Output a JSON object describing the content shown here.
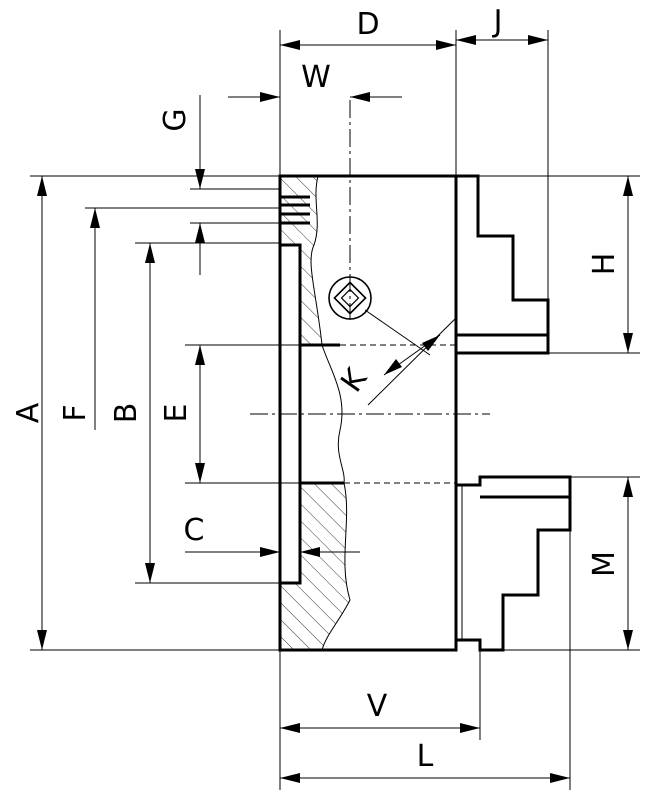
{
  "labels": {
    "D": "D",
    "J": "J",
    "W": "W",
    "G": "G",
    "A": "A",
    "F": "F",
    "B": "B",
    "E": "E",
    "C": "C",
    "H": "H",
    "M": "M",
    "K": "K",
    "V": "V",
    "L": "L"
  },
  "colors": {
    "line": "#000000",
    "background": "#ffffff"
  }
}
